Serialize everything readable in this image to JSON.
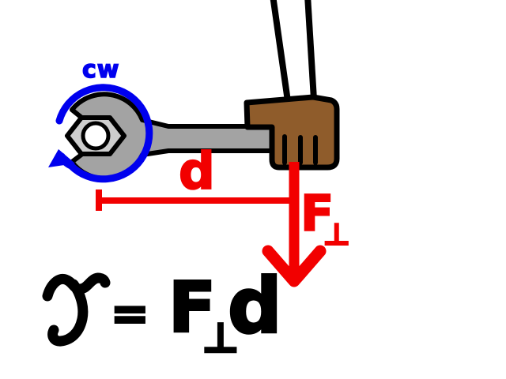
{
  "labels": {
    "rotation_direction": "cw",
    "lever_arm": "d",
    "force_symbol": "F",
    "force_subscript": "⊥"
  },
  "equation": {
    "torque_symbol": "T",
    "equals_sign": "=",
    "force_symbol": "F",
    "force_subscript": "⊥",
    "lever_arm": "d"
  },
  "colors": {
    "rotation_arrow_cw": "#0000ee",
    "force_and_distance": "#f20000",
    "hand_skin": "#8f5c2b",
    "wrench_body": "#a3a3a3",
    "nut": "#cdcdcd",
    "bolt_hole": "#ffffff",
    "outline": "#000000",
    "background": "#ffffff"
  }
}
